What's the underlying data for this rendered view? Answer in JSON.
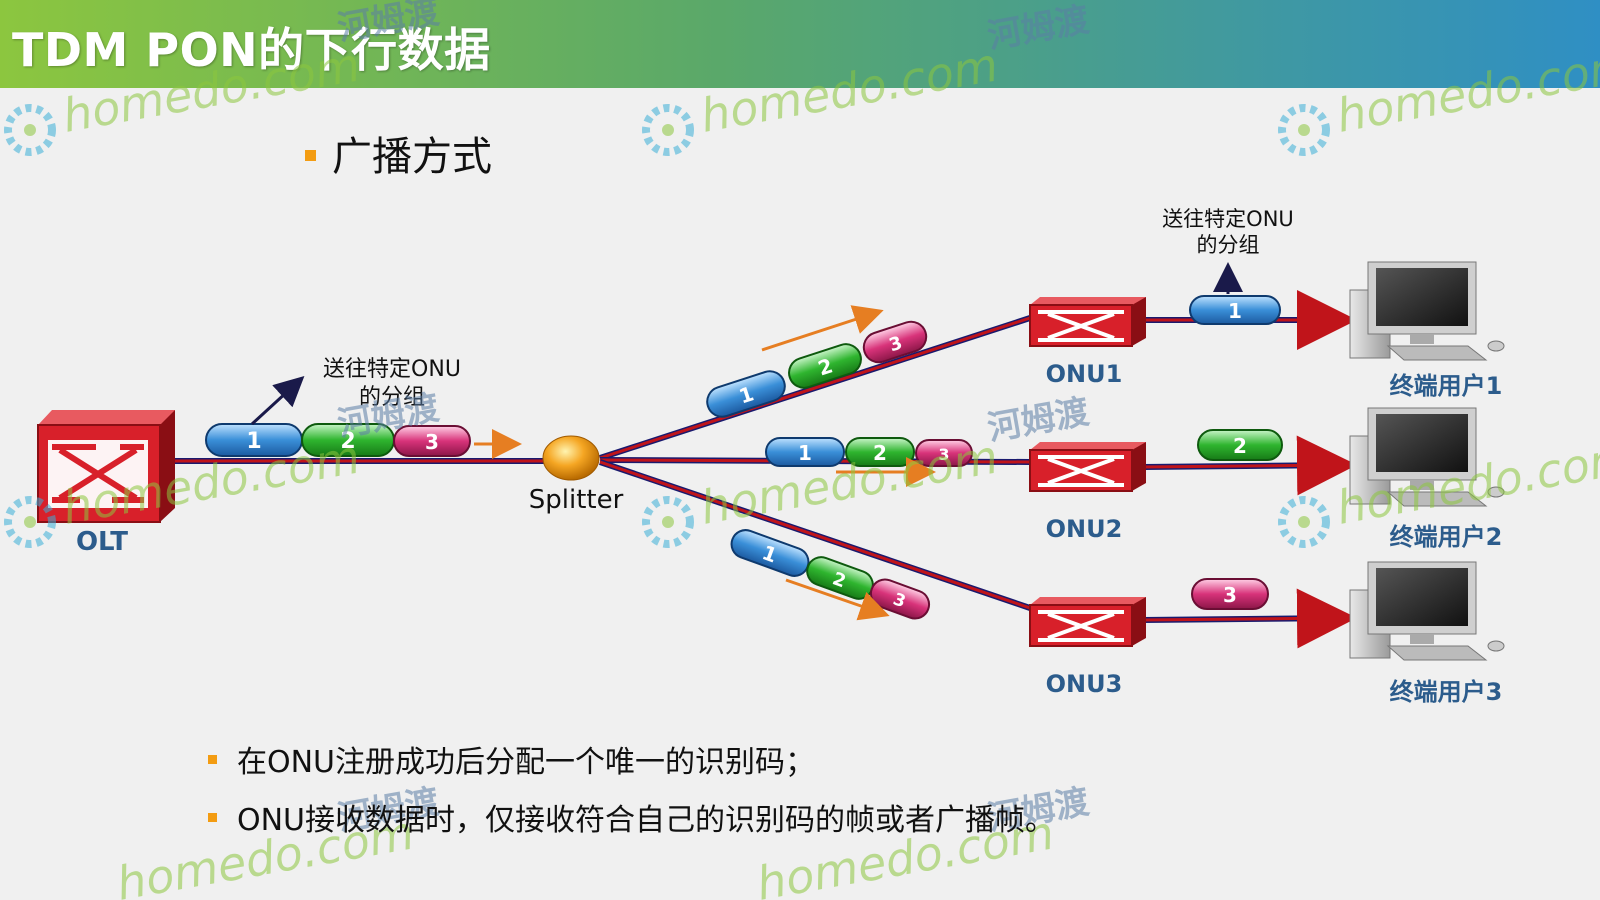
{
  "title": "TDM PON的下行数据",
  "subtitle": "广播方式",
  "labels": {
    "olt": "OLT",
    "splitter": "Splitter",
    "onu1": "ONU1",
    "onu2": "ONU2",
    "onu3": "ONU3",
    "user1": "终端用户1",
    "user2": "终端用户2",
    "user3": "终端用户3",
    "note_left_line1": "送往特定ONU",
    "note_left_line2": "的分组",
    "note_right_line1": "送往特定ONU",
    "note_right_line2": "的分组"
  },
  "packets": {
    "p1": "1",
    "p2": "2",
    "p3": "3"
  },
  "bullets": [
    "在ONU注册成功后分配一个唯一的识别码；",
    "ONU接收数据时，仅接收符合自己的识别码的帧或者广播帧。"
  ],
  "watermark": {
    "site": "homedo.com",
    "brand": "河姆渡"
  },
  "colors": {
    "fiber_red": "#c0141a",
    "fiber_blue": "#1a1a6e",
    "device_red": "#d8202a",
    "packet_blue": "#3a8fd8",
    "packet_green": "#2fb52f",
    "packet_pink": "#d8337a",
    "label_blue": "#2c5c8c",
    "accent_orange": "#f39c12"
  }
}
